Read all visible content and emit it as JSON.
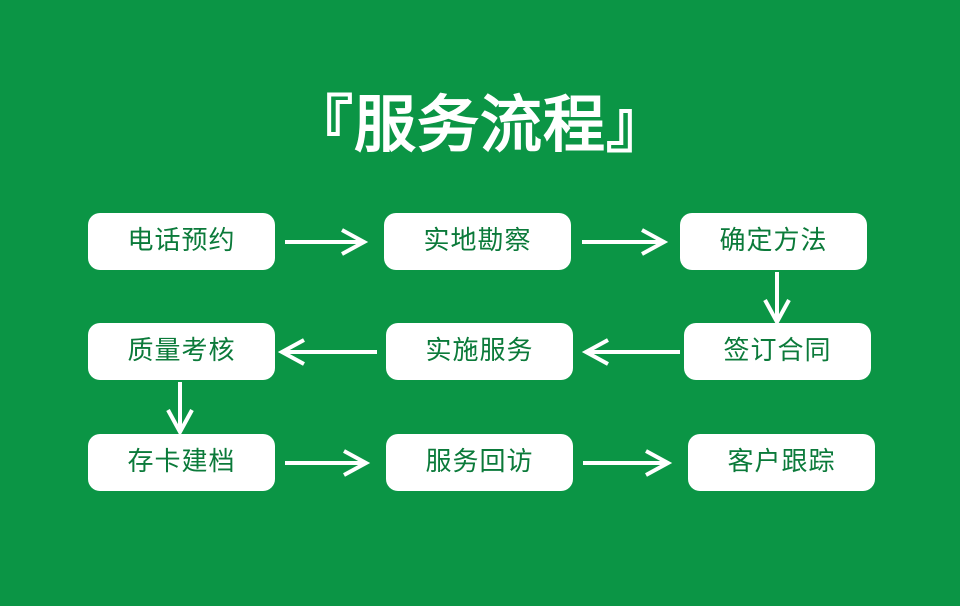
{
  "title": "『服务流程』",
  "steps": [
    {
      "label": "电话预约"
    },
    {
      "label": "实地勘察"
    },
    {
      "label": "确定方法"
    },
    {
      "label": "签订合同"
    },
    {
      "label": "实施服务"
    },
    {
      "label": "质量考核"
    },
    {
      "label": "存卡建档"
    },
    {
      "label": "服务回访"
    },
    {
      "label": "客户跟踪"
    }
  ],
  "colors": {
    "background": "#0b9545",
    "box": "#ffffff",
    "box_text": "#0b7a3a",
    "arrow": "#ffffff"
  }
}
